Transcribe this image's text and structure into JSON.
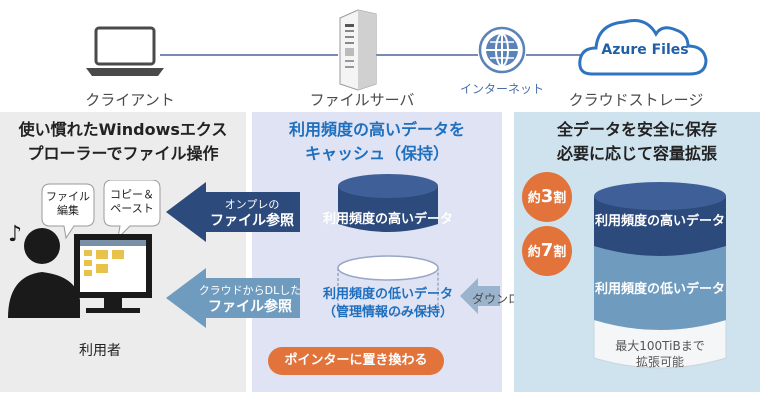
{
  "top": {
    "client_label": "クライアント",
    "fileserver_label": "ファイルサーバ",
    "internet_label": "インターネット",
    "cloud_label": "クラウドストレージ",
    "azure_label": "Azure Files"
  },
  "left": {
    "title_line1": "使い慣れたWindowsエクス",
    "title_line2": "プローラーでファイル操作",
    "bubble1_line1": "ファイル",
    "bubble1_line2": "編集",
    "bubble2_line1": "コピー＆",
    "bubble2_line2": "ペースト",
    "user_label": "利用者",
    "music_note": "♪"
  },
  "middle": {
    "title_line1": "利用頻度の高いデータを",
    "title_line2": "キャッシュ（保持）",
    "arrow1_line1": "オンプレの",
    "arrow1_line2": "ファイル参照",
    "arrow2_line1": "クラウドからDLした",
    "arrow2_line2": "ファイル参照",
    "cyl_high_label": "利用頻度の高いデータ",
    "cyl_low_line1": "利用頻度の低いデータ",
    "cyl_low_line2": "（管理情報のみ保持）",
    "pointer_label": "ポインターに置き換わる",
    "download_label": "ダウンロード＊"
  },
  "right": {
    "title_line1": "全データを安全に保存",
    "title_line2": "必要に応じて容量拡張",
    "badge1_prefix": "約",
    "badge1_num": "3",
    "badge1_suffix": "割",
    "badge2_prefix": "約",
    "badge2_num": "7",
    "badge2_suffix": "割",
    "cyl_high_label": "利用頻度の高いデータ",
    "cyl_low_label": "利用頻度の低いデータ",
    "capacity_line1": "最大100TiBまで",
    "capacity_line2": "拡張可能"
  },
  "colors": {
    "navy": "#2c4a7c",
    "steel": "#6f9bbf",
    "orange": "#e2733b",
    "panel_gray": "#ececec",
    "panel_lavender": "#dfe3f3",
    "panel_blue": "#cfe3ef",
    "title_blue": "#1f6fbf"
  }
}
